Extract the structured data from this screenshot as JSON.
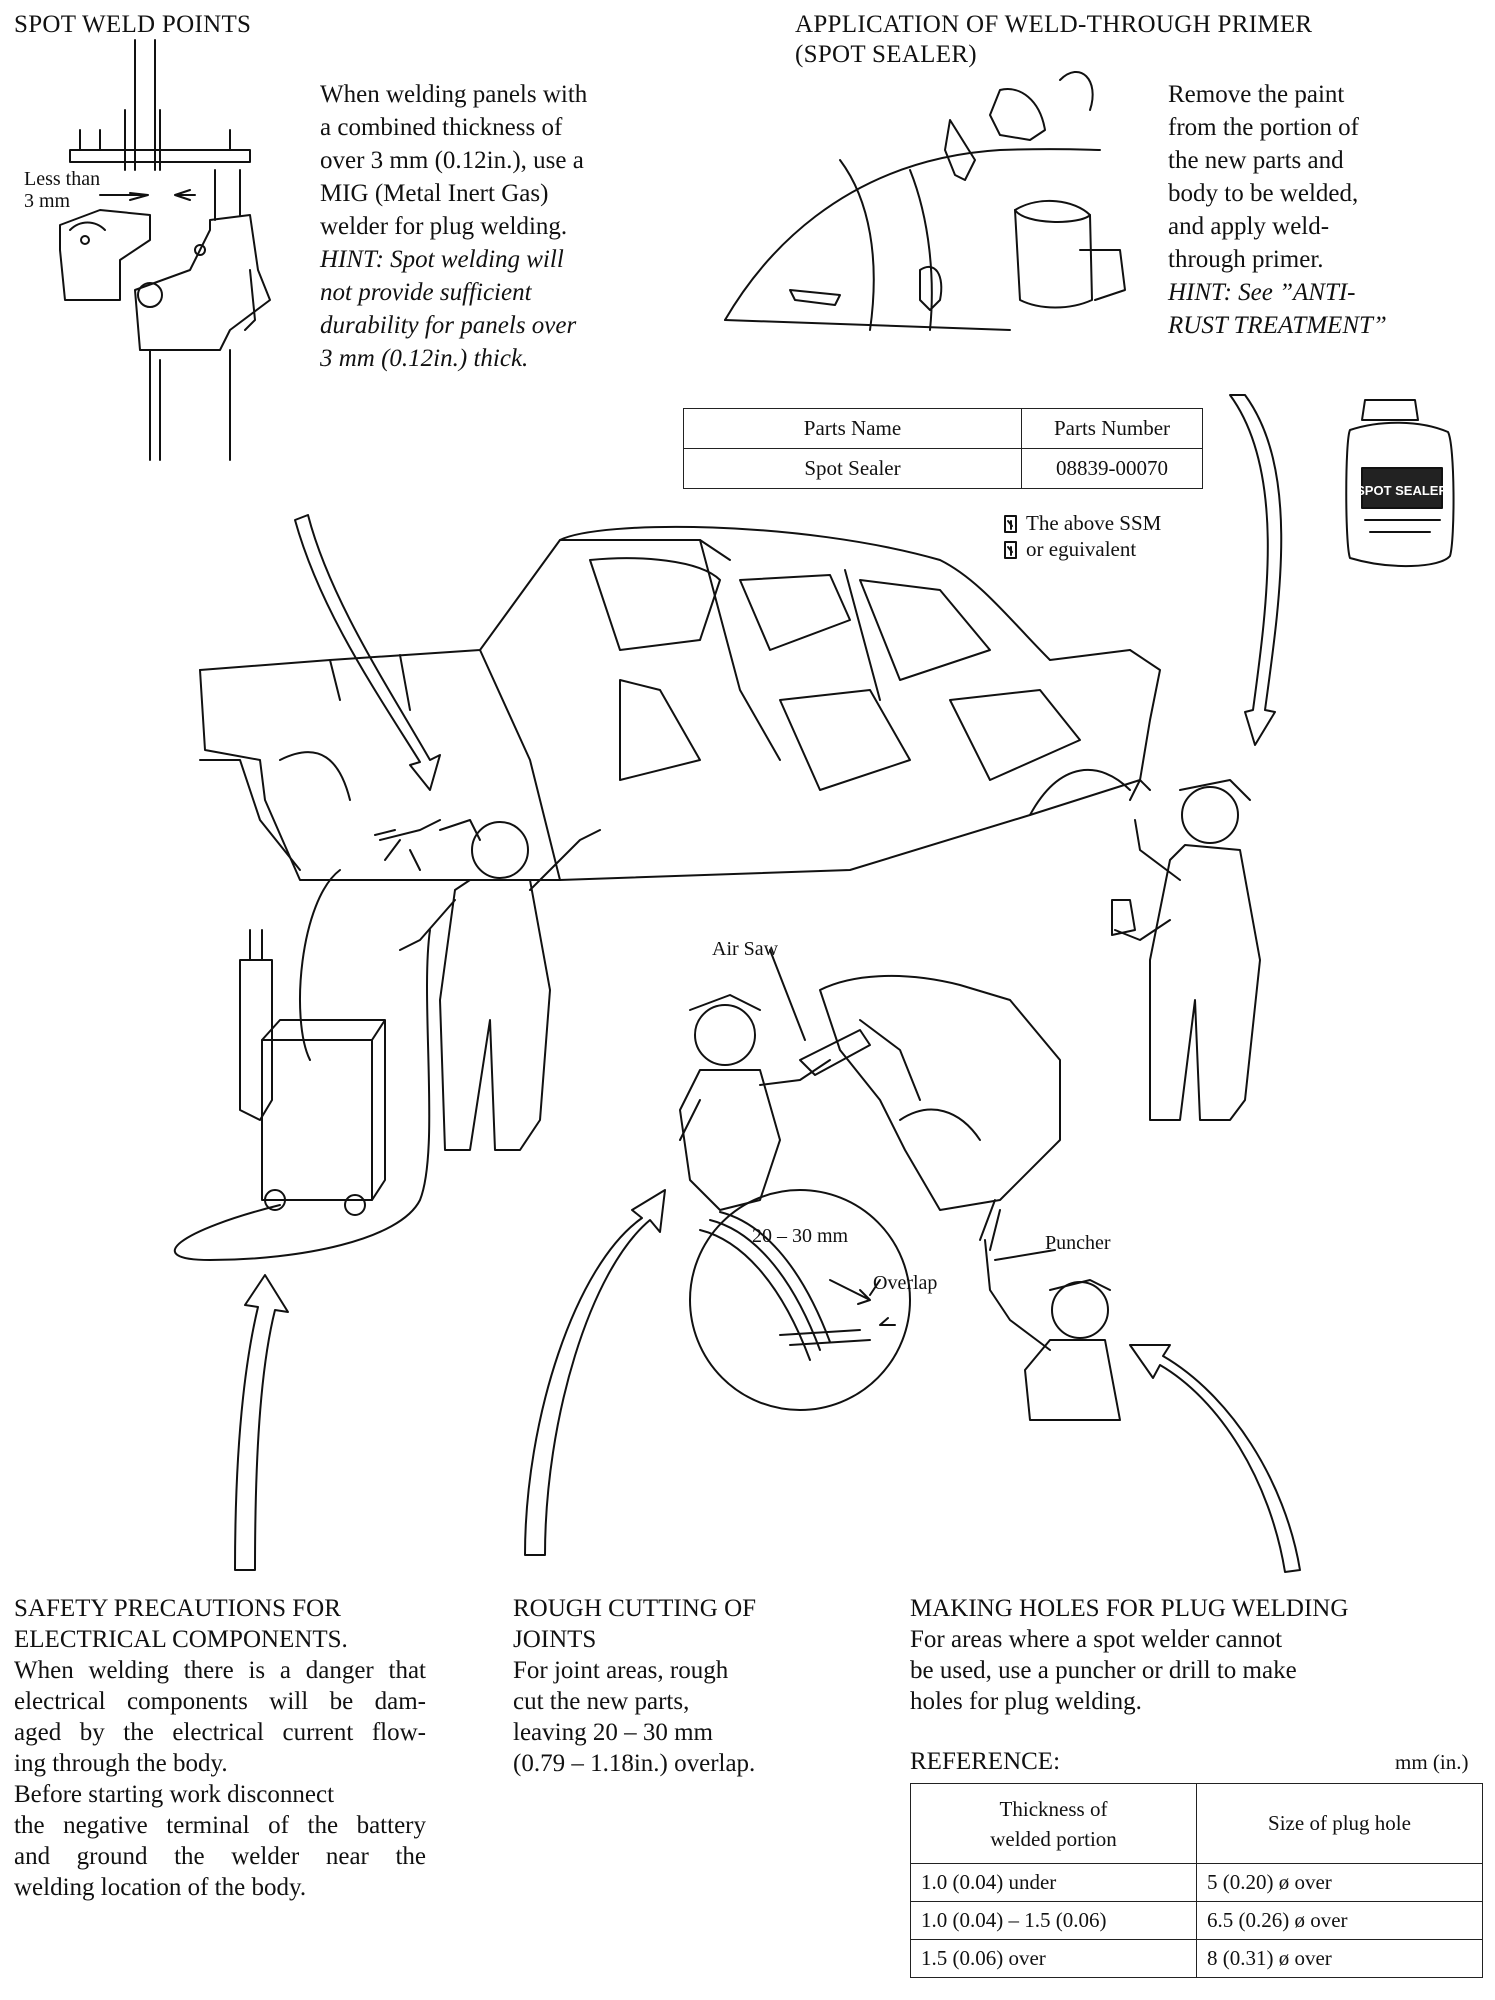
{
  "spot_weld": {
    "heading": "SPOT WELD POINTS",
    "gap_label_1": "Less than",
    "gap_label_2": "3 mm",
    "body_lines": [
      "When welding panels with",
      "a combined thickness of",
      "over 3 mm (0.12in.), use a",
      "MIG (Metal Inert Gas)",
      "welder for plug welding."
    ],
    "hint_lines": [
      "HINT:    Spot welding will",
      "not provide sufficient",
      "durability for panels over",
      "3 mm (0.12in.) thick."
    ]
  },
  "primer": {
    "heading_1": "APPLICATION OF WELD-THROUGH PRIMER",
    "heading_2": "(SPOT SEALER)",
    "body_lines": [
      "Remove the paint",
      "from the portion of",
      "the new parts and",
      "body to be welded,",
      "and apply weld-",
      "through primer."
    ],
    "hint_lines": [
      "HINT:    See ”ANTI-",
      "RUST TREATMENT”"
    ],
    "parts_table": {
      "headers": [
        "Parts Name",
        "Parts Number"
      ],
      "rows": [
        [
          "Spot Sealer",
          "08839-00070"
        ]
      ]
    },
    "ssm_note_1": "The above SSM",
    "ssm_note_2": "or eguivalent",
    "can_label": "SPOT SEALER"
  },
  "callouts": {
    "air_saw": "Air Saw",
    "overlap_range": "20 – 30 mm",
    "overlap": "Overlap",
    "puncher": "Puncher"
  },
  "safety": {
    "heading_1": "SAFETY PRECAUTIONS FOR",
    "heading_2": "ELECTRICAL COMPONENTS.",
    "body_lines": [
      "When welding there is a danger that",
      "electrical components will be dam-",
      "aged by the electrical current flow-",
      "ing through the body.",
      "Before starting work disconnect",
      "the negative terminal of the battery",
      "and ground the welder near the",
      "welding location of the body."
    ]
  },
  "rough_cut": {
    "heading_1": "ROUGH CUTTING OF",
    "heading_2": "JOINTS",
    "body_lines": [
      "For joint areas, rough",
      "cut the new parts,",
      "leaving 20 – 30 mm",
      "(0.79 – 1.18in.) overlap."
    ]
  },
  "plug_holes": {
    "heading": "MAKING HOLES FOR PLUG WELDING",
    "body_lines": [
      "For areas where a spot welder cannot",
      "be used, use a puncher or drill to make",
      "holes for plug welding."
    ],
    "reference_label": "REFERENCE:",
    "unit": "mm (in.)",
    "table": {
      "header_1_line_1": "Thickness of",
      "header_1_line_2": "welded portion",
      "header_2": "Size of plug hole",
      "rows": [
        [
          "1.0 (0.04) under",
          "5 (0.20) ø over"
        ],
        [
          "1.0 (0.04) – 1.5 (0.06)",
          "6.5 (0.26) ø over"
        ],
        [
          "1.5 (0.06) over",
          "8 (0.31) ø over"
        ]
      ]
    }
  }
}
